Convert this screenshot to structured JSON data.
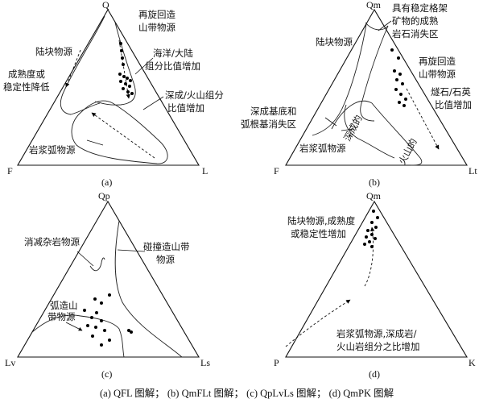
{
  "panels": [
    {
      "id": "a",
      "panel_label": "(a)",
      "vertices": {
        "top": "Q",
        "left": "F",
        "right": "L"
      },
      "field_labels": {
        "recycled_orogen": [
          "再旋回造",
          "山带物源"
        ],
        "continental_block": "陆块物源",
        "maturity": [
          "成熟度或",
          "稳定性降低"
        ],
        "ocean_continent": [
          "海洋/大陆",
          "组分比值增加"
        ],
        "plutonic_volcanic": [
          "深成/火山组分",
          "比值增加"
        ],
        "magmatic_arc": "岩浆弧物源"
      }
    },
    {
      "id": "b",
      "panel_label": "(b)",
      "vertices": {
        "top": "Qm",
        "left": "F",
        "right": "Lt"
      },
      "field_labels": {
        "craton_interior": [
          "具有稳定格架",
          "矿物的成熟",
          "岩石消失区"
        ],
        "continental_block": "陆块物源",
        "recycled_orogen": [
          "再旋回造",
          "山带物源"
        ],
        "chert_quartz": [
          "燧石/石英",
          "比值增加"
        ],
        "basement": [
          "深成基底和",
          "弧根基消失区"
        ],
        "magmatic_arc": "岩浆弧物源",
        "plutonic": "深成的",
        "volcanic": "火山的"
      }
    },
    {
      "id": "c",
      "panel_label": "(c)",
      "vertices": {
        "top": "Qp",
        "left": "Lv",
        "right": "Ls"
      },
      "field_labels": {
        "subduction_melange": "消减杂岩物源",
        "collision_orogen": [
          "碰撞造山带",
          "物源"
        ],
        "arc_orogen": [
          "弧造山",
          "带物源"
        ]
      }
    },
    {
      "id": "d",
      "panel_label": "(d)",
      "vertices": {
        "top": "Qm",
        "left": "P",
        "right": "K"
      },
      "field_labels": {
        "continental_block": [
          "陆块物源,成熟度",
          "或稳定性增加"
        ],
        "magmatic_arc": [
          "岩浆弧物源,深成岩/",
          "火山岩组分之比增加"
        ]
      }
    }
  ],
  "caption": "(a) QFL 图解； (b) QmFLt 图解； (c) QpLvLs 图解； (d) QmPK 图解"
}
